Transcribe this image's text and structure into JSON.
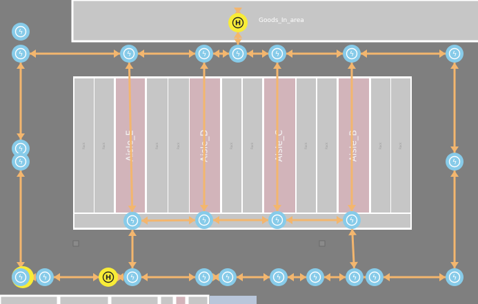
{
  "colors": {
    "floor": "#7f7f7f",
    "zone_fill": "#c6c6c6",
    "zone_border": "#ffffff",
    "aisle_fill": "#d2b4ba",
    "path": "#f3b66e",
    "node": "#87cbe9",
    "home": "#f8ec37"
  },
  "icons": {
    "waypoint": "charging-node-icon",
    "home": "home-station-icon",
    "marker": "floor-marker-icon"
  },
  "goods_in": {
    "label": "Goods_In_area",
    "home_glyph": "H"
  },
  "home_glyph": "H",
  "node_glyph": "ϟ",
  "aisles": [
    {
      "label": "Aisle_E"
    },
    {
      "label": "Aisle_D"
    },
    {
      "label": "Aisle_C"
    },
    {
      "label": "Aisle_B"
    }
  ],
  "rack_label": "Rack"
}
